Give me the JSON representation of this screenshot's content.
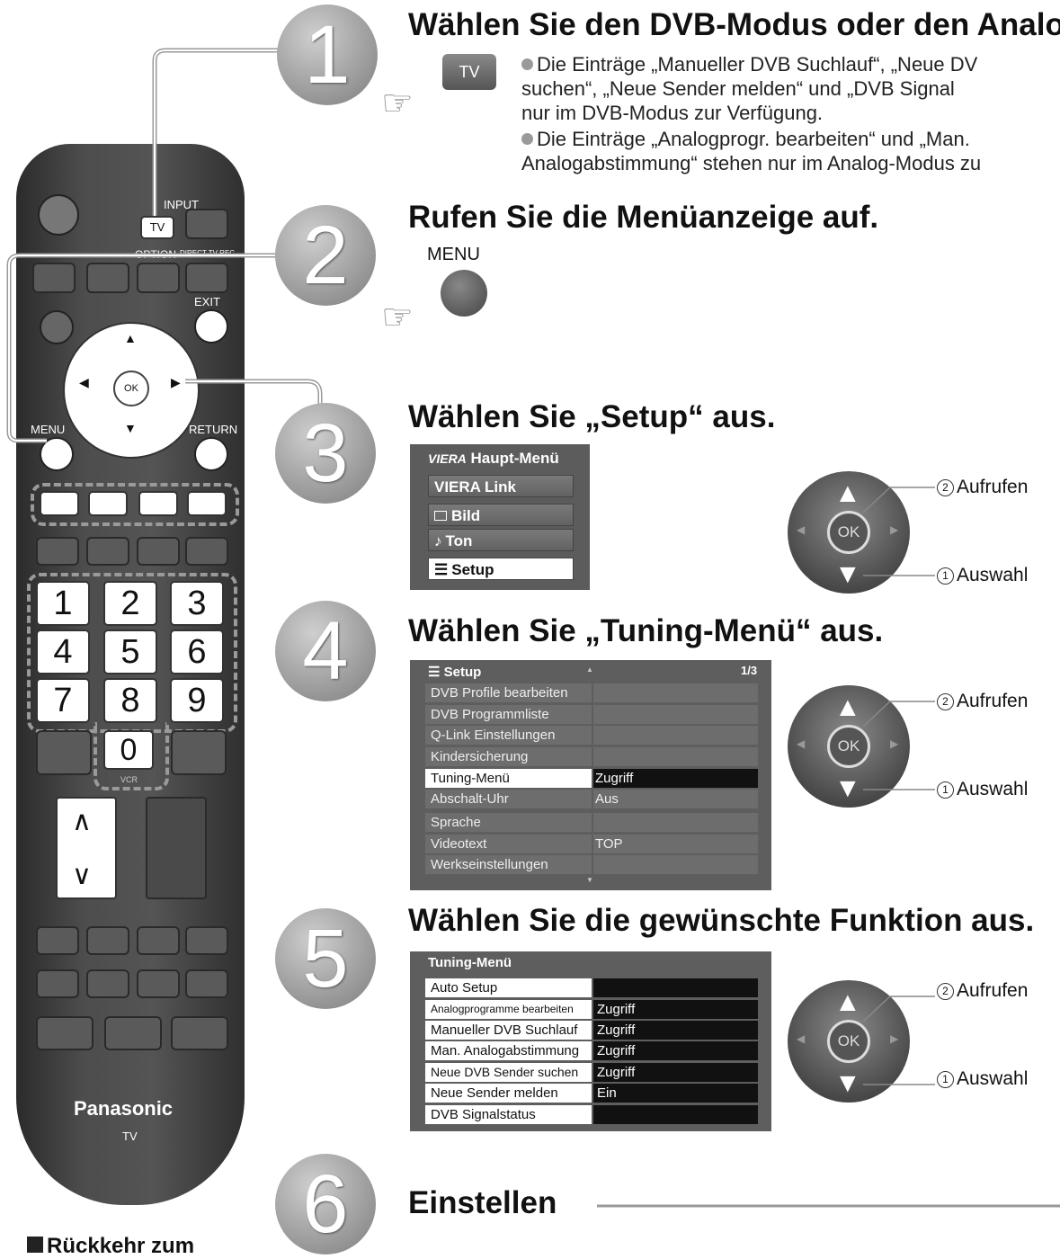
{
  "remote": {
    "brand": "Panasonic",
    "model": "TV",
    "labels": {
      "input": "INPUT",
      "tv": "TV",
      "option": "OPTION",
      "direct": "DIRECT TV REC",
      "exit": "EXIT",
      "ok": "OK",
      "menu": "MENU",
      "return": "RETURN",
      "vcr": "VCR"
    },
    "numbers": [
      "1",
      "2",
      "3",
      "4",
      "5",
      "6",
      "7",
      "8",
      "9",
      "0"
    ]
  },
  "steps": [
    {
      "num": "1",
      "heading": "Wählen Sie den DVB-Modus oder den Analo",
      "button": "TV",
      "bullets": [
        [
          "Die Einträge „Manueller DVB Suchlauf“, „Neue DV",
          "suchen“, „Neue Sender melden“ und „DVB Signal",
          "nur im DVB-Modus zur Verfügung."
        ],
        [
          "Die Einträge „Analogprogr. bearbeiten“ und „Man.",
          "Analogabstimmung“ stehen nur im Analog-Modus zu"
        ]
      ]
    },
    {
      "num": "2",
      "heading": "Rufen Sie die Menüanzeige auf.",
      "button": "MENU"
    },
    {
      "num": "3",
      "heading": "Wählen Sie „Setup“ aus."
    },
    {
      "num": "4",
      "heading": "Wählen Sie „Tuning-Menü“ aus."
    },
    {
      "num": "5",
      "heading": "Wählen Sie die gewünschte Funktion aus."
    },
    {
      "num": "6",
      "heading": "Einstellen"
    }
  ],
  "main_menu": {
    "title": "Haupt-Menü",
    "logo": "VIERA",
    "items": [
      "VIERA Link",
      "Bild",
      "Ton",
      "Setup"
    ]
  },
  "setup_menu": {
    "title": "Setup",
    "page": "1/3",
    "rows": [
      {
        "label": "DVB Profile bearbeiten",
        "value": ""
      },
      {
        "label": "DVB Programmliste",
        "value": ""
      },
      {
        "label": "Q-Link Einstellungen",
        "value": ""
      },
      {
        "label": "Kindersicherung",
        "value": ""
      },
      {
        "label": "Tuning-Menü",
        "value": "Zugriff"
      },
      {
        "label": "Abschalt-Uhr",
        "value": "Aus"
      },
      {
        "label": "Sprache",
        "value": ""
      },
      {
        "label": "Videotext",
        "value": "TOP"
      },
      {
        "label": "Werkseinstellungen",
        "value": ""
      }
    ]
  },
  "tuning_menu": {
    "title": "Tuning-Menü",
    "rows": [
      {
        "label": "Auto Setup",
        "value": ""
      },
      {
        "label": "Analogprogramme bearbeiten",
        "value": "Zugriff"
      },
      {
        "label": "Manueller DVB Suchlauf",
        "value": "Zugriff"
      },
      {
        "label": "Man. Analogabstimmung",
        "value": "Zugriff"
      },
      {
        "label": "Neue DVB Sender suchen",
        "value": "Zugriff"
      },
      {
        "label": "Neue Sender melden",
        "value": "Ein"
      },
      {
        "label": "DVB Signalstatus",
        "value": ""
      }
    ]
  },
  "pad": {
    "ok": "OK",
    "aufrufen": "Aufrufen",
    "auswahl": "Auswahl",
    "n1": "1",
    "n2": "2"
  },
  "footer": {
    "text": "Rückkehr zum"
  }
}
